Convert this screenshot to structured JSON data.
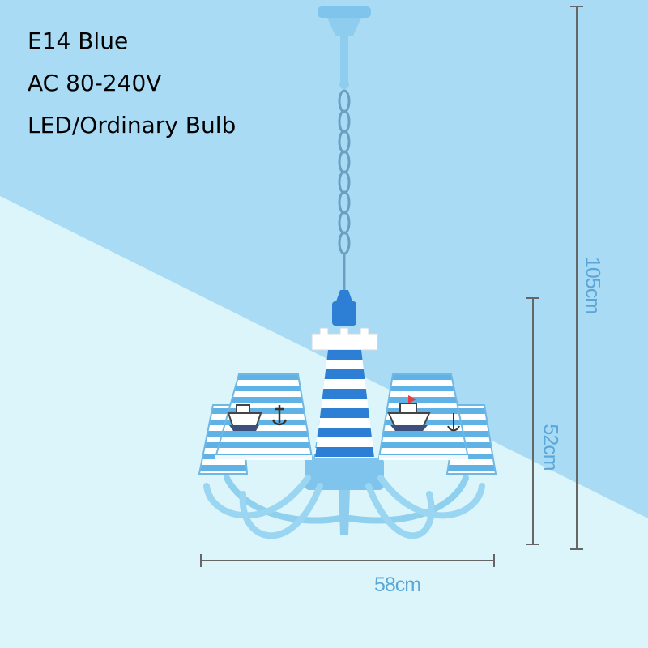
{
  "specs": {
    "line1": "E14 Blue",
    "line2": "AC 80-240V",
    "line3": "LED/Ordinary Bulb"
  },
  "dimensions": {
    "height_total": "105cm",
    "height_fixture": "52cm",
    "width": "58cm"
  },
  "colors": {
    "background_dark": "#a9dcf4",
    "background_light": "#dcf5fa",
    "fixture_blue": "#7ec4ec",
    "shade_stripe": "#5fb2e6",
    "dimension_text": "#5aa6d8",
    "dimension_line": "#666666"
  }
}
